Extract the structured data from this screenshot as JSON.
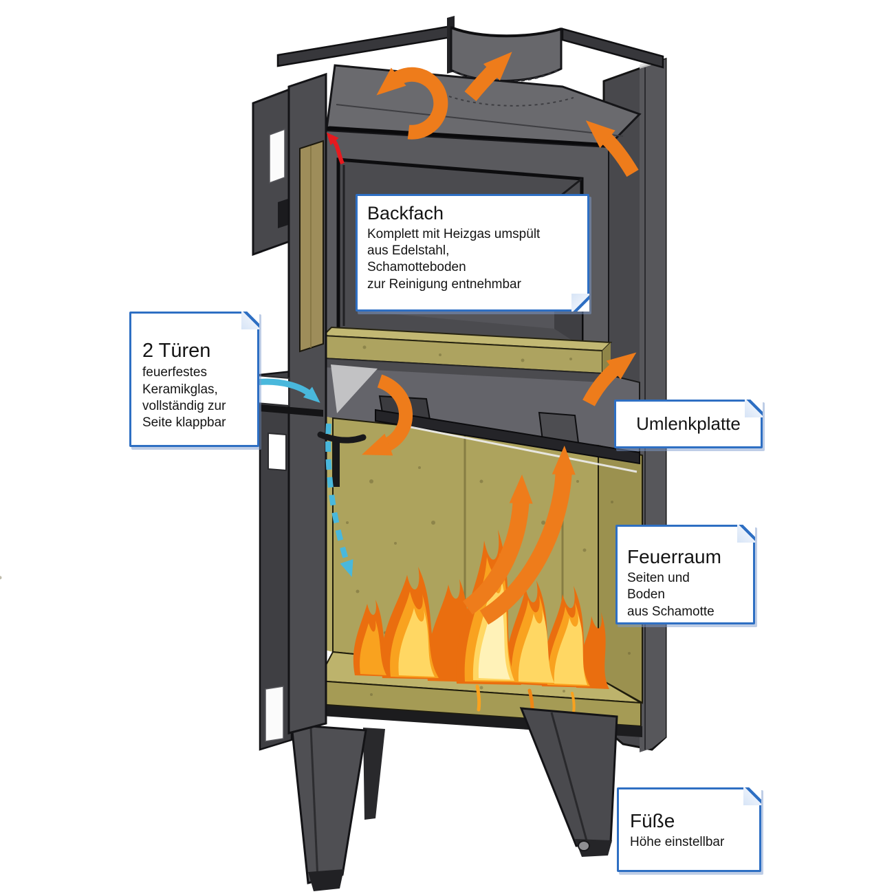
{
  "page": {
    "background": "#ffffff",
    "description": "Cutaway diagram of a wood-burning stove with labeled construction notes"
  },
  "palette": {
    "note_border": "#2e6fc3",
    "note_fill": "#ffffff",
    "steel_dark": "#48484c",
    "steel_mid": "#5a5a5e",
    "steel_light": "#6a6a6e",
    "schamotte": "#ada35d",
    "schamotte_light": "#bdb36c",
    "wood_strip": "#9e8d5a",
    "flame_outer": "#ea6e0f",
    "flame_mid": "#f9a21f",
    "flame_core": "#ffd763",
    "arrow_heat": "#ee7c1b",
    "arrow_air": "#49b8dc",
    "arrow_detail": "#e51a1f"
  },
  "notes": {
    "backfach": {
      "title": "Backfach",
      "lines": [
        "Komplett mit Heizgas umspült",
        "aus Edelstahl,",
        "Schamotteboden",
        "zur Reinigung entnehmbar"
      ]
    },
    "tueren": {
      "title": "2 Türen",
      "lines": [
        "feuerfestes",
        "Keramikglas,",
        "vollständig zur",
        "Seite klappbar"
      ]
    },
    "umlenkplatte": {
      "title": "Umlenkplatte",
      "lines": []
    },
    "feuerraum": {
      "title": "Feuerraum",
      "lines": [
        "Seiten und",
        "Boden",
        "aus Schamotte"
      ]
    },
    "fuesse": {
      "title": "Füße",
      "lines": [
        "Höhe einstellbar"
      ]
    }
  }
}
